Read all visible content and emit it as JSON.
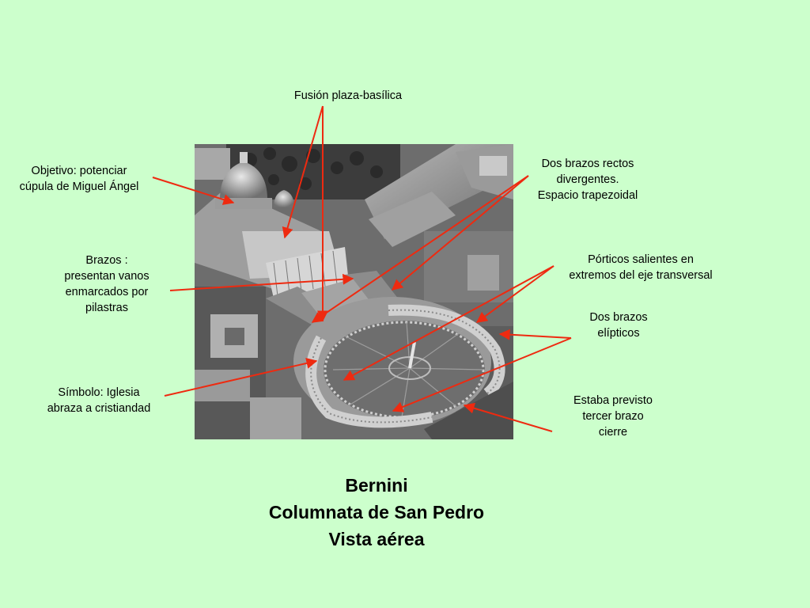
{
  "labels": {
    "fusion": "Fusión plaza-basílica",
    "objetivo": "Objetivo: potenciar\ncúpula de Miguel Ángel",
    "brazos": "Brazos :\npresentan vanos\nenmarcados por\npilastras",
    "simbolo": "Símbolo: Iglesia\nabraza  a cristiandad",
    "rectos": "Dos brazos rectos\ndivergentes.\nEspacio trapezoidal",
    "porticos": "Pórticos salientes en\nextremos del eje transversal",
    "elipticos": "Dos brazos\nelípticos",
    "tercer": "Estaba previsto\ntercer brazo\ncierre"
  },
  "title": {
    "line1": "Bernini",
    "line2": "Columnata de San Pedro",
    "line3": "Vista aérea"
  },
  "colors": {
    "background": "#ccffcc",
    "arrow": "#ee2a10"
  }
}
